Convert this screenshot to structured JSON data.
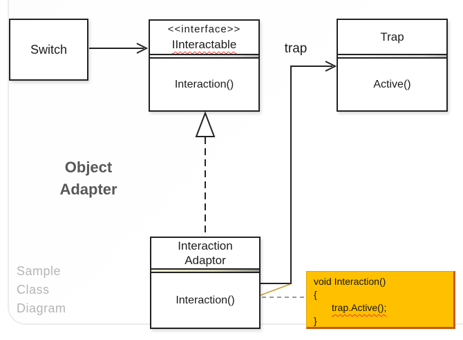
{
  "watermark": {
    "line1": "Object",
    "line2": "Adapter"
  },
  "caption": {
    "line1": "Sample",
    "line2": "Class",
    "line3": "Diagram"
  },
  "classes": {
    "switch": {
      "name": "Switch"
    },
    "iinteractable": {
      "stereotype": "<<interface>>",
      "name": "IInteractable",
      "method": "Interaction()"
    },
    "trap": {
      "name": "Trap",
      "method": "Active()"
    },
    "adaptor": {
      "name_line1": "Interaction",
      "name_line2": "Adaptor",
      "method": "Interaction()"
    }
  },
  "association": {
    "label": "trap"
  },
  "note": {
    "lines": [
      "void Interaction()",
      "{",
      "trap.Active();",
      "}"
    ]
  },
  "colors": {
    "line": "#222222",
    "card_border": "#ececec",
    "note_fill": "#FFC000",
    "note_border_dark": "#C45911",
    "note_border_light": "#DFA400",
    "leader_orange": "#C99A2E",
    "leader_gray": "#9A9A9A",
    "spell_red": "#E8392E",
    "watermark_gray": "#575757",
    "caption_gray": "#B5B5B5"
  }
}
